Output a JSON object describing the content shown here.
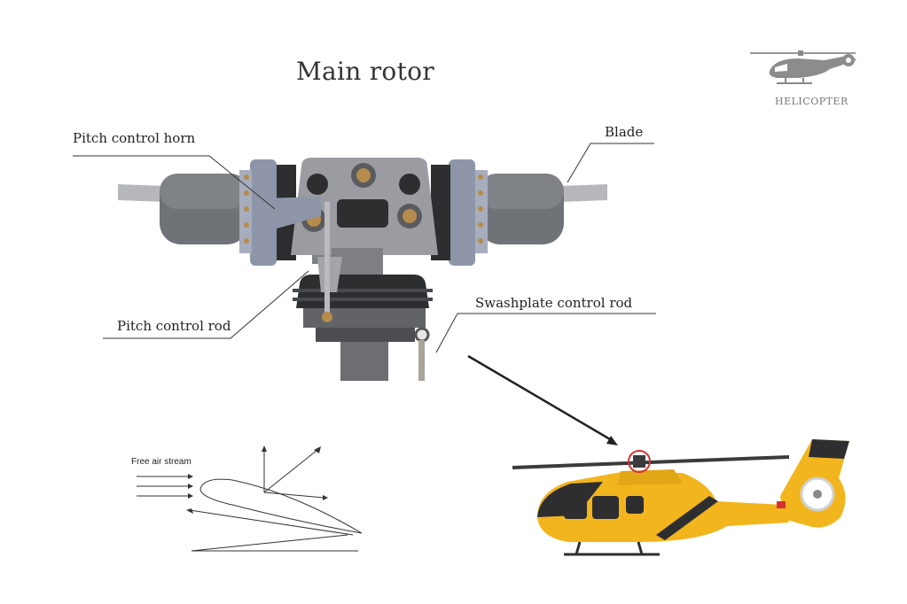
{
  "title": "Main rotor",
  "labels": {
    "pitch_control_horn": "Pitch control horn",
    "blade": "Blade",
    "pitch_control_rod": "Pitch control rod",
    "swashplate_control_rod": "Swashplate control rod",
    "free_air_stream": "Free air stream",
    "helicopter_logo": "HELICOPTER"
  },
  "colors": {
    "helicopter_body": "#f2b51e",
    "rotor_gray": "#8a8d93",
    "dark": "#2e2e30",
    "highlight_red": "#d33333",
    "line": "#333333"
  },
  "icons": [
    "helicopter-silhouette-icon"
  ]
}
